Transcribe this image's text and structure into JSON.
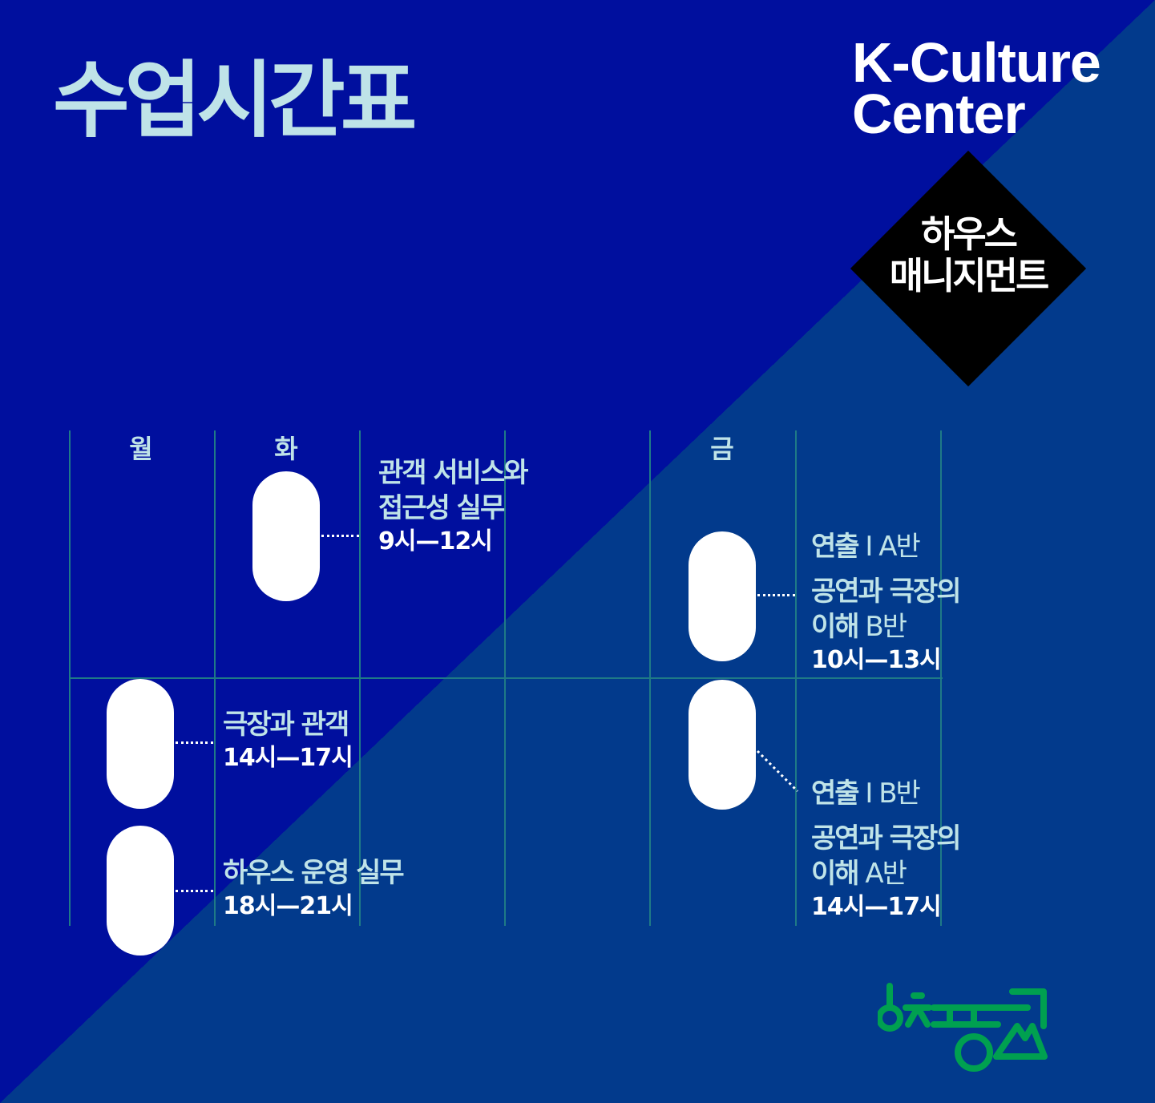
{
  "title": "수업시간표",
  "brand": {
    "line1": "K-Culture",
    "line2": "Center"
  },
  "course_badge": {
    "line1": "하우스",
    "line2": "매니지먼트"
  },
  "days": {
    "mon": "월",
    "tue": "화",
    "fri": "금"
  },
  "classes": {
    "tue": {
      "title1": "관객 서비스와",
      "title2": "접근성 실무",
      "time": "9시—12시"
    },
    "mon1": {
      "title1": "극장과 관객",
      "time": "14시—17시"
    },
    "mon2": {
      "title1": "하우스 운영 실무",
      "time": "18시—21시"
    },
    "fri1": {
      "a_bold": "연출",
      "a_light": " Ⅰ A반",
      "b_bold1": "공연과 극장의",
      "b_bold2": "이해",
      "b_light": " B반",
      "time": "10시—13시"
    },
    "fri2": {
      "a_bold": "연출",
      "a_light": " Ⅰ B반",
      "b_bold1": "공연과 극장의",
      "b_bold2": "이해",
      "b_light": " A반",
      "time": "14시—17시"
    }
  },
  "colors": {
    "bg_top": "#000f9e",
    "bg_bottom": "#023a8c",
    "accent": "#bfe3e8",
    "grid": "#1f7a86",
    "logo": "#00a050"
  }
}
